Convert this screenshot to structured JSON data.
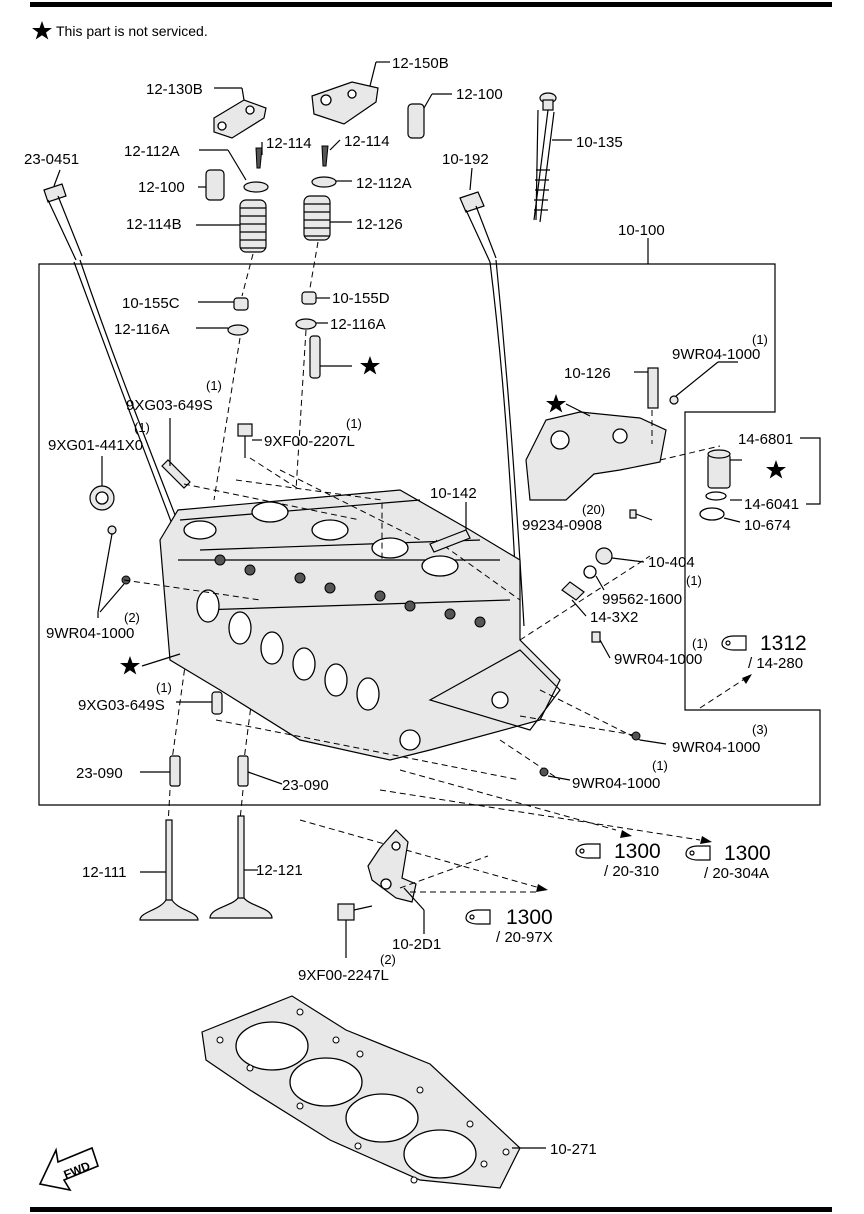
{
  "header": {
    "note": "This part is not serviced."
  },
  "labels": {
    "l_12_150B": "12-150B",
    "l_12_130B": "12-130B",
    "l_12_100a": "12-100",
    "l_12_114a": "12-114",
    "l_12_114b": "12-114",
    "l_12_112Aa": "12-112A",
    "l_12_112Ab": "12-112A",
    "l_10_135": "10-135",
    "l_23_0451": "23-0451",
    "l_10_192": "10-192",
    "l_12_100b": "12-100",
    "l_12_114B": "12-114B",
    "l_12_126": "12-126",
    "l_10_100": "10-100",
    "l_10_155C": "10-155C",
    "l_10_155D": "10-155D",
    "l_12_116Aa": "12-116A",
    "l_12_116Ab": "12-116A",
    "l_10_126": "10-126",
    "l_9WR04_1000a": "9WR04-1000",
    "l_9XG03_649Sa": "9XG03-649S",
    "l_9XF00_2207L": "9XF00-2207L",
    "l_9XG01_441X0": "9XG01-441X0",
    "l_14_6801": "14-6801",
    "l_10_142": "10-142",
    "l_14_6041": "14-6041",
    "l_99234_0908": "99234-0908",
    "l_10_674": "10-674",
    "l_10_404": "10-404",
    "l_9WR04_1000b": "9WR04-1000",
    "l_99562_1600": "99562-1600",
    "l_14_3X2": "14-3X2",
    "l_9WR04_1000c": "9WR04-1000",
    "l_9XG03_649Sb": "9XG03-649S",
    "l_9WR04_1000d": "9WR04-1000",
    "l_9WR04_1000e": "9WR04-1000",
    "l_23_090a": "23-090",
    "l_23_090b": "23-090",
    "l_12_111": "12-111",
    "l_12_121": "12-121",
    "l_10_2D1": "10-2D1",
    "l_9XF00_2247L": "9XF00-2247L",
    "l_10_271": "10-271"
  },
  "quantities": {
    "q_9WR04_1000a": "(1)",
    "q_9XG03_649Sa": "(1)",
    "q_9XF00_2207L": "(1)",
    "q_9XG01_441X0": "(1)",
    "q_99234_0908": "(20)",
    "q_99562_1600": "(1)",
    "q_9WR04_1000b": "(2)",
    "q_9WR04_1000c": "(1)",
    "q_9XG03_649Sb": "(1)",
    "q_9WR04_1000d": "(3)",
    "q_9WR04_1000e": "(1)",
    "q_9XF00_2247L": "(2)"
  },
  "references": {
    "r1312": {
      "num": "1312",
      "sub": "/ 14-280"
    },
    "r1300a": {
      "num": "1300",
      "sub": "/ 20-310"
    },
    "r1300b": {
      "num": "1300",
      "sub": "/ 20-304A"
    },
    "r1300c": {
      "num": "1300",
      "sub": "/ 20-97X"
    }
  },
  "fwd": {
    "label": "FWD"
  },
  "icons": {
    "not_serviced": "star-icon",
    "reference": "reference-tag-icon",
    "direction": "fwd-arrow-icon"
  }
}
